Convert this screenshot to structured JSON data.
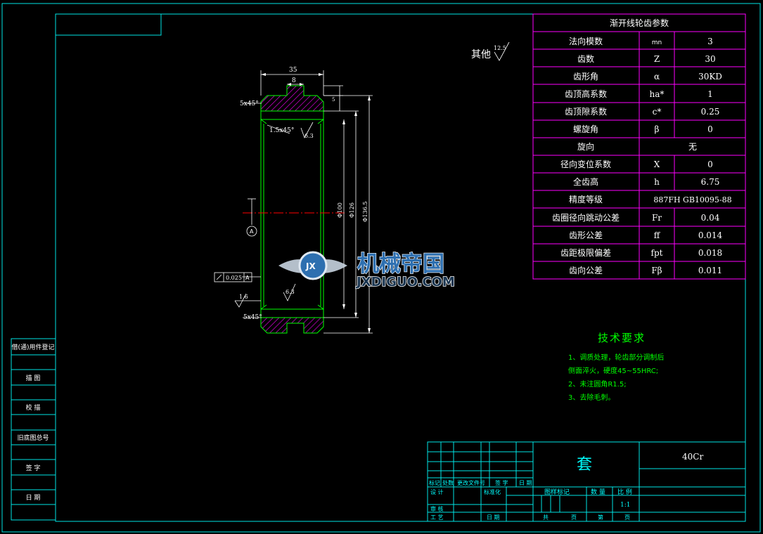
{
  "colors": {
    "background": "#000000",
    "frame": "#00e5e5",
    "table_border": "#ff00ff",
    "text": "#ffffff",
    "notes": "#00ff00",
    "part": "#00ff00",
    "dimension": "#ffffff",
    "hatch": "#ff00ff",
    "centerline": "#ff0000",
    "title_block": "#00ffff",
    "logo_accent": "#2d6fb0"
  },
  "drawing": {
    "surface_finish": {
      "label": "其他",
      "value": "12.5"
    },
    "dims": {
      "width": "35",
      "keyway": "8",
      "keyway_depth": "5",
      "chamfer_top": "5x45°",
      "chamfer_inner": "1.5x45°",
      "chamfer_bottom": "5x45°",
      "roughness_a": "6.3",
      "roughness_b": "6.3",
      "roughness_c": "1.6",
      "bore": "Φ100",
      "root": "Φ126",
      "outer": "Φ136.5"
    },
    "datum": "A",
    "tolerance": {
      "value": "0.025",
      "datum": "A"
    }
  },
  "gear_table": {
    "title": "渐开线轮齿参数",
    "rows": [
      {
        "name": "法向模数",
        "symbol": "mn",
        "value": "3"
      },
      {
        "name": "齿数",
        "symbol": "Z",
        "value": "30"
      },
      {
        "name": "齿形角",
        "symbol": "α",
        "value": "30KD"
      },
      {
        "name": "齿顶高系数",
        "symbol": "ha*",
        "value": "1"
      },
      {
        "name": "齿顶隙系数",
        "symbol": "c*",
        "value": "0.25"
      },
      {
        "name": "螺旋角",
        "symbol": "β",
        "value": "0"
      },
      {
        "name": "旋向",
        "symbol": "",
        "value": "无"
      },
      {
        "name": "径向变位系数",
        "symbol": "X",
        "value": "0"
      },
      {
        "name": "全齿高",
        "symbol": "h",
        "value": "6.75"
      },
      {
        "name": "精度等级",
        "symbol": "",
        "value": "887FH GB10095-88"
      },
      {
        "name": "齿圈径向跳动公差",
        "symbol": "Fr",
        "value": "0.04"
      },
      {
        "name": "齿形公差",
        "symbol": "ff",
        "value": "0.014"
      },
      {
        "name": "齿距极限偏差",
        "symbol": "fpt",
        "value": "0.018"
      },
      {
        "name": "齿向公差",
        "symbol": "Fβ",
        "value": "0.011"
      }
    ]
  },
  "tech": {
    "title": "技术要求",
    "items": [
      "1、调质处理，轮齿部分调制后",
      "侧面淬火，硬度45~55HRC;",
      "2、未注圆角R1.5;",
      "3、去除毛刺。"
    ]
  },
  "watermark": {
    "cn": "机械帝国",
    "en": "JXDIGUO.COM",
    "badge": "JX"
  },
  "left_strip": [
    "借(通)用件登记",
    "描 图",
    "校 描",
    "旧底图总号",
    "签 字",
    "日 期"
  ],
  "title_block": {
    "part_name": "套",
    "material": "40Cr",
    "rev_headers": [
      "标记",
      "处数",
      "更改文件号",
      "签 字",
      "日 期"
    ],
    "design": "设 计",
    "standardize": "标准化",
    "review": "审 核",
    "process": "工 艺",
    "date": "日 期",
    "mark": "图样标记",
    "qty": "数 量",
    "scale_label": "比 例",
    "scale": "1:1",
    "total": "共",
    "page1": "页",
    "no": "第",
    "page2": "页"
  }
}
